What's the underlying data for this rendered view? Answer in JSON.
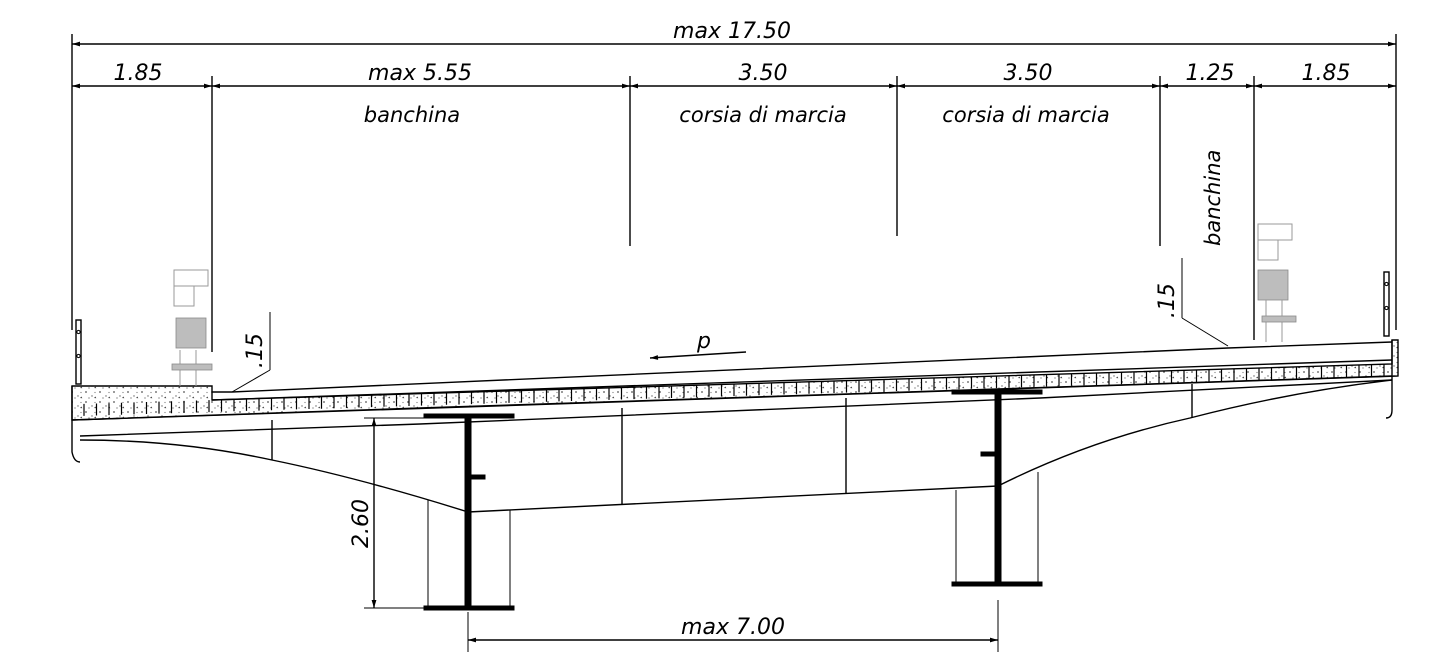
{
  "dimensions": {
    "overall_width": "max 17.50",
    "left_edge": "1.85",
    "left_shoulder": "max 5.55",
    "lane_1": "3.50",
    "lane_2": "3.50",
    "right_shoulder": "1.25",
    "right_edge": "1.85",
    "girder_spacing": "max 7.00",
    "girder_height": "2.60",
    "pavement_left": ".15",
    "pavement_right": ".15"
  },
  "labels": {
    "left_shoulder": "banchina",
    "lane_1": "corsia di marcia",
    "lane_2": "corsia di marcia",
    "right_shoulder": "banchina",
    "slope": "p"
  }
}
